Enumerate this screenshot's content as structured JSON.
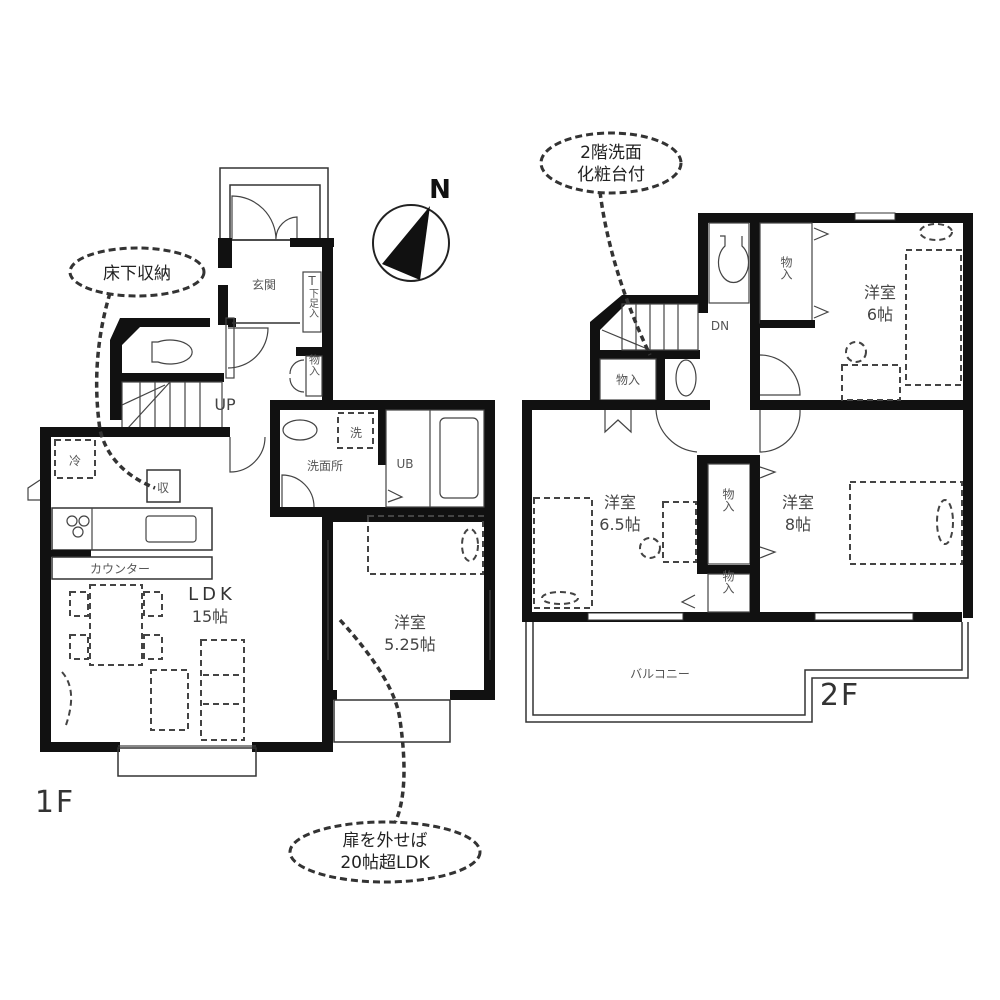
{
  "plan": {
    "floor1": {
      "label": "1F",
      "rooms": {
        "entrance": "玄関",
        "shoe_cabinet": "下足入",
        "shoe_t": "T",
        "storage": "物入",
        "toilet": "",
        "stairs": "UP",
        "washroom": "洗面所",
        "washer": "洗",
        "unit_bath": "UB",
        "ldk_name": "LDK",
        "ldk_size": "15帖",
        "counter": "カウンター",
        "fridge": "冷",
        "storage_underfloor": "収",
        "western_room_name": "洋室",
        "western_room_size": "5.25帖"
      }
    },
    "floor2": {
      "label": "2F",
      "rooms": {
        "stairs": "DN",
        "storage_hall": "物入",
        "room_6_name": "洋室",
        "room_6_size": "6帖",
        "room_6_storage": "物入",
        "room_65_name": "洋室",
        "room_65_size": "6.5帖",
        "room_8_name": "洋室",
        "room_8_size": "8帖",
        "closet_a": "物入",
        "closet_b": "物入",
        "balcony": "バルコニー"
      }
    },
    "compass": {
      "label": "N"
    },
    "callouts": {
      "underfloor": "床下収納",
      "vanity_line1": "2階洗面",
      "vanity_line2": "化粧台付",
      "ldk_line1": "扉を外せば",
      "ldk_line2": "20帖超LDK"
    }
  }
}
